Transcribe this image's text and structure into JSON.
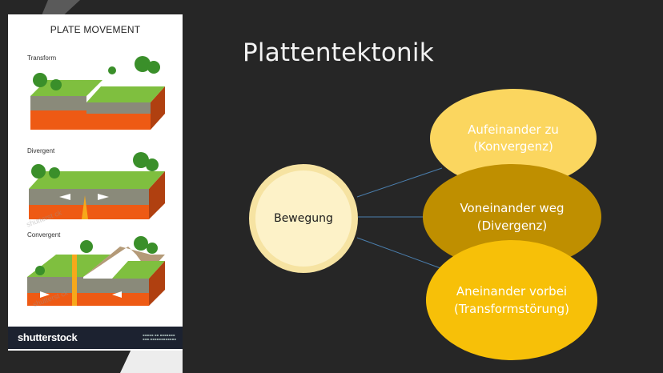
{
  "slide": {
    "title": "Plattentektonik",
    "center_node": "Bewegung",
    "nodes": [
      {
        "line1": "Aufeinander zu",
        "line2": "(Konvergenz)",
        "color": "#fbd65f"
      },
      {
        "line1": "Voneinander weg",
        "line2": "(Divergenz)",
        "color": "#bf8f00"
      },
      {
        "line1": "Aneinander vorbei",
        "line2": "(Transformstörung)",
        "color": "#f7c008"
      }
    ],
    "colors": {
      "background": "#262626",
      "center": "#fdf2c8",
      "connector": "#4b7fae"
    }
  },
  "image": {
    "title": "PLATE MOVEMENT",
    "labels": [
      "Transform",
      "Divergent",
      "Convergent"
    ],
    "brand": "shutterstock",
    "watermark": "shutterst ck"
  }
}
